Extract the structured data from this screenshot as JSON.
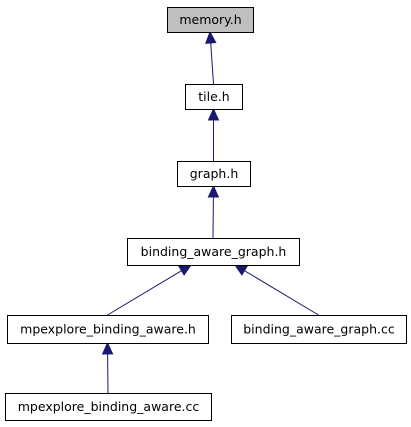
{
  "diagram": {
    "colors": {
      "highlight_fill": "#bfbfbf",
      "node_fill": "#ffffff",
      "node_border": "#000000",
      "edge": "#191970"
    },
    "nodes": [
      {
        "id": "memory_h",
        "label": "memory.h",
        "highlighted": true
      },
      {
        "id": "tile_h",
        "label": "tile.h",
        "highlighted": false
      },
      {
        "id": "graph_h",
        "label": "graph.h",
        "highlighted": false
      },
      {
        "id": "binding_aware_graph_h",
        "label": "binding_aware_graph.h",
        "highlighted": false
      },
      {
        "id": "mpexplore_binding_aware_h",
        "label": "mpexplore_binding_aware.h",
        "highlighted": false
      },
      {
        "id": "binding_aware_graph_cc",
        "label": "binding_aware_graph.cc",
        "highlighted": false
      },
      {
        "id": "mpexplore_binding_aware_cc",
        "label": "mpexplore_binding_aware.cc",
        "highlighted": false
      }
    ],
    "edges": [
      {
        "from": "tile_h",
        "to": "memory_h"
      },
      {
        "from": "graph_h",
        "to": "tile_h"
      },
      {
        "from": "binding_aware_graph_h",
        "to": "graph_h"
      },
      {
        "from": "mpexplore_binding_aware_h",
        "to": "binding_aware_graph_h"
      },
      {
        "from": "binding_aware_graph_cc",
        "to": "binding_aware_graph_h"
      },
      {
        "from": "mpexplore_binding_aware_cc",
        "to": "mpexplore_binding_aware_h"
      }
    ]
  }
}
